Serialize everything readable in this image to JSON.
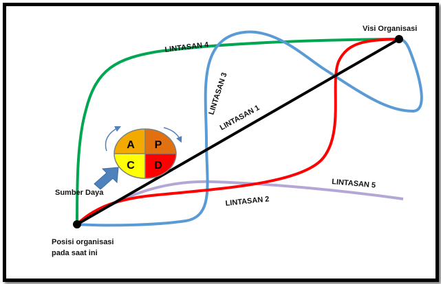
{
  "labels": {
    "visi": "Visi Organisasi",
    "posisi_line1": "Posisi organisasi",
    "posisi_line2": "pada saat ini",
    "sumber": "Sumber Daya",
    "lintasan1": "LINTASAN 1",
    "lintasan2": "LINTASAN 2",
    "lintasan3": "LINTASAN 3",
    "lintasan4": "LINTASAN 4",
    "lintasan5": "LINTASAN 5"
  },
  "pdca": [
    {
      "letter": "A",
      "color": "#f2a900"
    },
    {
      "letter": "P",
      "color": "#e07010"
    },
    {
      "letter": "C",
      "color": "#ffff00"
    },
    {
      "letter": "D",
      "color": "#ff0000"
    }
  ],
  "colors": {
    "lintasan1": "#000000",
    "lintasan2": "#ff0000",
    "lintasan3": "#5b9bd5",
    "lintasan4": "#00a651",
    "lintasan5": "#b4a7d6",
    "arrow": "#4f81bd"
  }
}
